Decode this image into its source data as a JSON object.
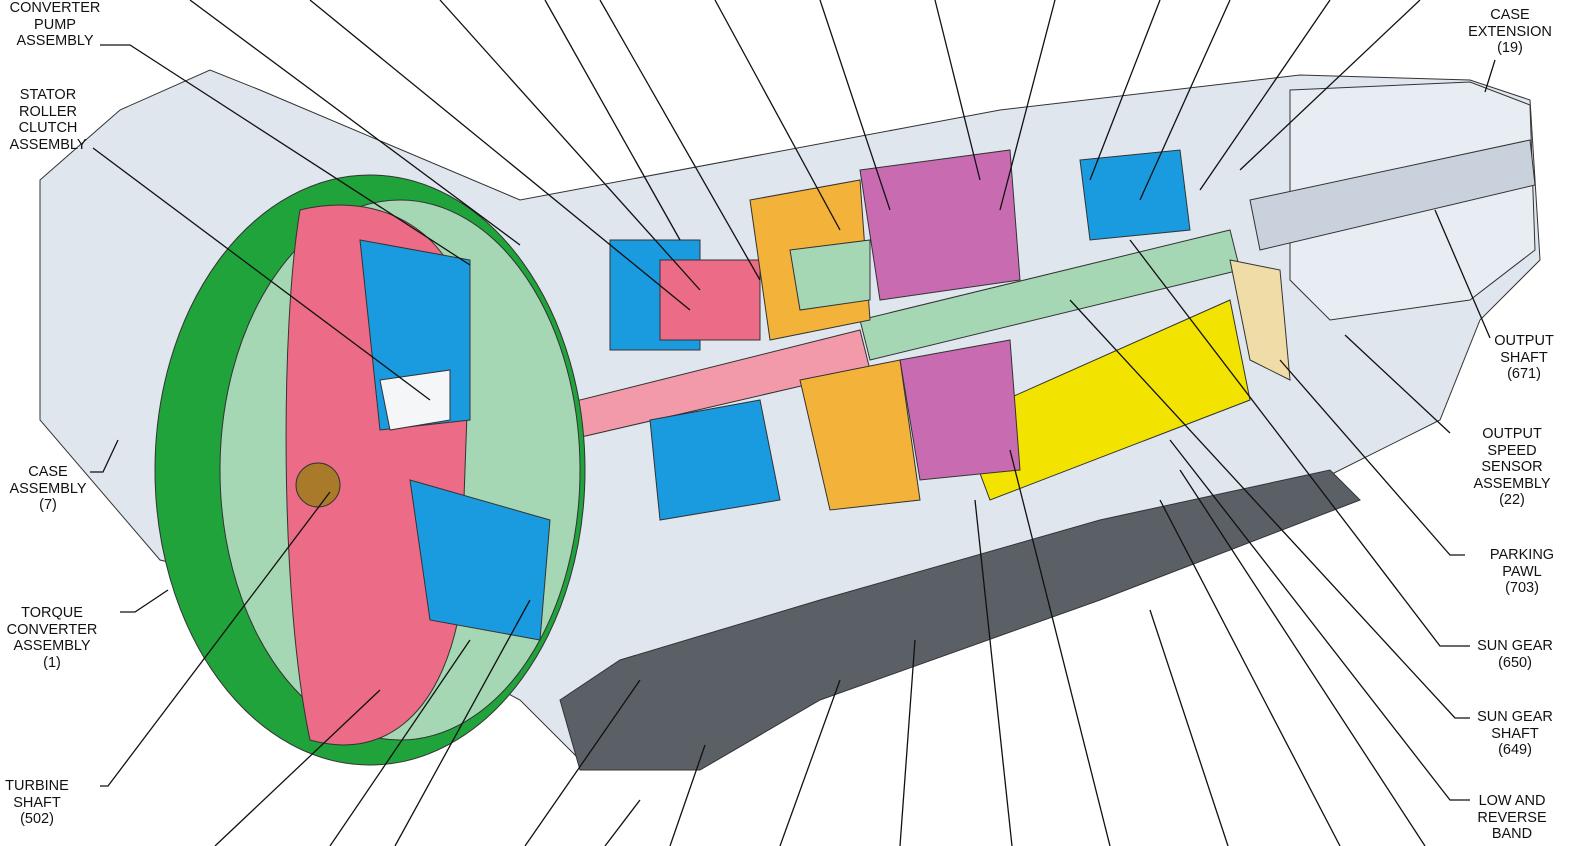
{
  "title": "Automatic transmission cutaway",
  "colors": {
    "housing": "#dfe6ee",
    "converter_cover": "#1fa33a",
    "converter_pink": "#ec6b86",
    "blue": "#1a9be0",
    "yellow": "#f3e300",
    "orange": "#f3b23a",
    "purple": "#c96bb0",
    "mint": "#a6d7b4",
    "brown": "#a97a2a",
    "pan": "#555a60"
  },
  "labels": {
    "converter_pump": [
      "CONVERTER",
      "PUMP",
      "ASSEMBLY"
    ],
    "stator": [
      "STATOR",
      "ROLLER",
      "CLUTCH",
      "ASSEMBLY"
    ],
    "case_assembly": [
      "CASE",
      "ASSEMBLY",
      "(7)"
    ],
    "torque_converter": [
      "TORQUE",
      "CONVERTER",
      "ASSEMBLY",
      "(1)"
    ],
    "turbine_shaft": [
      "TURBINE",
      "SHAFT",
      "(502)"
    ],
    "case_extension": [
      "CASE",
      "EXTENSION",
      "(19)"
    ],
    "output_shaft": [
      "OUTPUT",
      "SHAFT",
      "(671)"
    ],
    "output_speed_sensor": [
      "OUTPUT",
      "SPEED",
      "SENSOR",
      "ASSEMBLY",
      "(22)"
    ],
    "parking_pawl": [
      "PARKING",
      "PAWL",
      "(703)"
    ],
    "sun_gear": [
      "SUN GEAR",
      "(650)"
    ],
    "sun_gear_shaft": [
      "SUN GEAR",
      "SHAFT",
      "(649)"
    ],
    "low_reverse_band": [
      "LOW AND",
      "REVERSE",
      "BAND"
    ]
  }
}
